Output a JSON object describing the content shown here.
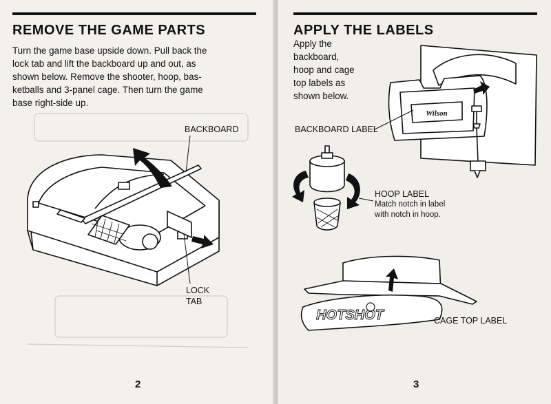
{
  "left_page": {
    "heading": "REMOVE THE GAME PARTS",
    "body_lines": [
      "Turn the game base upside down. Pull back the",
      "lock tab and lift the backboard up and out, as",
      "shown below. Remove the shooter, hoop, bas-",
      "ketballs and 3-panel cage. Then turn the game",
      "base right-side up."
    ],
    "callouts": {
      "backboard": "BACKBOARD",
      "lock_line1": "LOCK",
      "lock_line2": "TAB"
    },
    "page_number": "2"
  },
  "right_page": {
    "heading": "APPLY THE LABELS",
    "body_lines": [
      "Apply the",
      "backboard,",
      "hoop and cage",
      "top labels as",
      "shown below."
    ],
    "callouts": {
      "backboard_label": "BACKBOARD LABEL",
      "hoop_label": "HOOP LABEL",
      "hoop_note_line1": "Match notch in label",
      "hoop_note_line2": "with notch in hoop.",
      "cage_top_label": "CAGE TOP LABEL"
    },
    "backboard_logo": "Wilson",
    "cage_logo": "HOTSHOT",
    "page_number": "3"
  }
}
